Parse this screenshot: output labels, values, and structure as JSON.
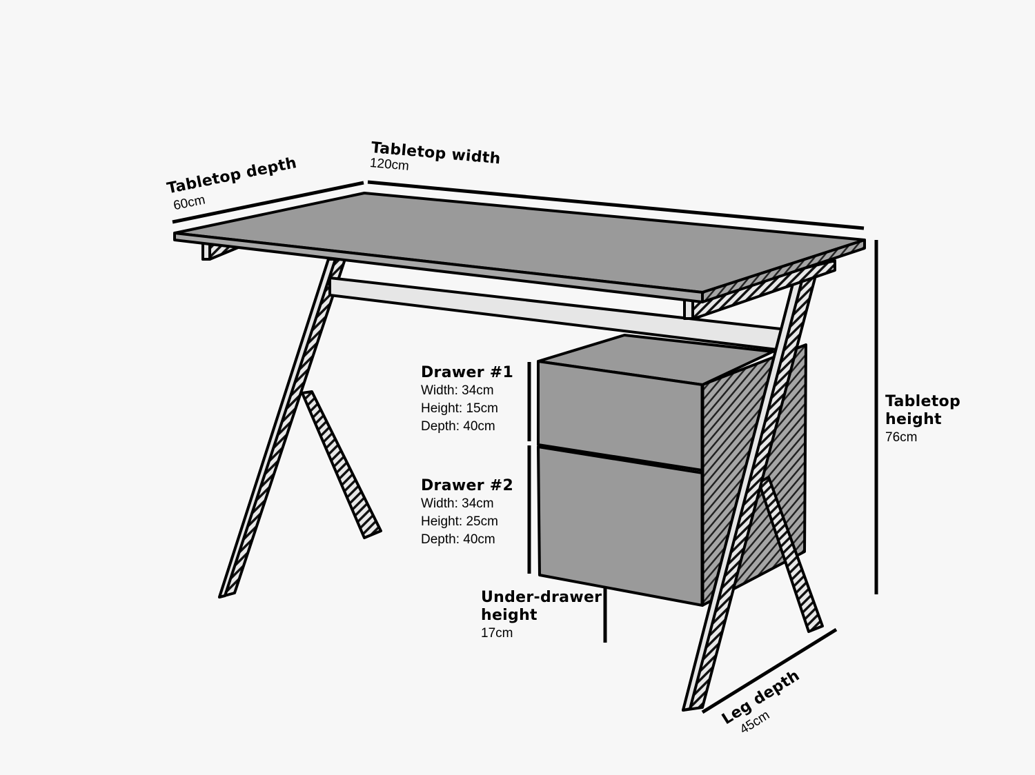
{
  "diagram": {
    "type": "product-dimension-diagram",
    "subject": "Desk with two-drawer cabinet",
    "colors": {
      "background": "#f7f7f7",
      "surface_grey": "#9a9a9a",
      "light_part": "#e6e6e6",
      "outline": "#000000"
    },
    "labels": {
      "tabletop_depth": {
        "title": "Tabletop depth",
        "value": "60cm"
      },
      "tabletop_width": {
        "title": "Tabletop width",
        "value": "120cm"
      },
      "tabletop_height": {
        "title_line1": "Tabletop",
        "title_line2": "height",
        "value": "76cm"
      },
      "drawer1": {
        "title": "Drawer #1",
        "width": "Width: 34cm",
        "height": "Height: 15cm",
        "depth": "Depth: 40cm"
      },
      "drawer2": {
        "title": "Drawer #2",
        "width": "Width: 34cm",
        "height": "Height: 25cm",
        "depth": "Depth: 40cm"
      },
      "under_drawer": {
        "title_line1": "Under-drawer",
        "title_line2": "height",
        "value": "17cm"
      },
      "leg_depth": {
        "title": "Leg depth",
        "value": "45cm"
      }
    }
  }
}
